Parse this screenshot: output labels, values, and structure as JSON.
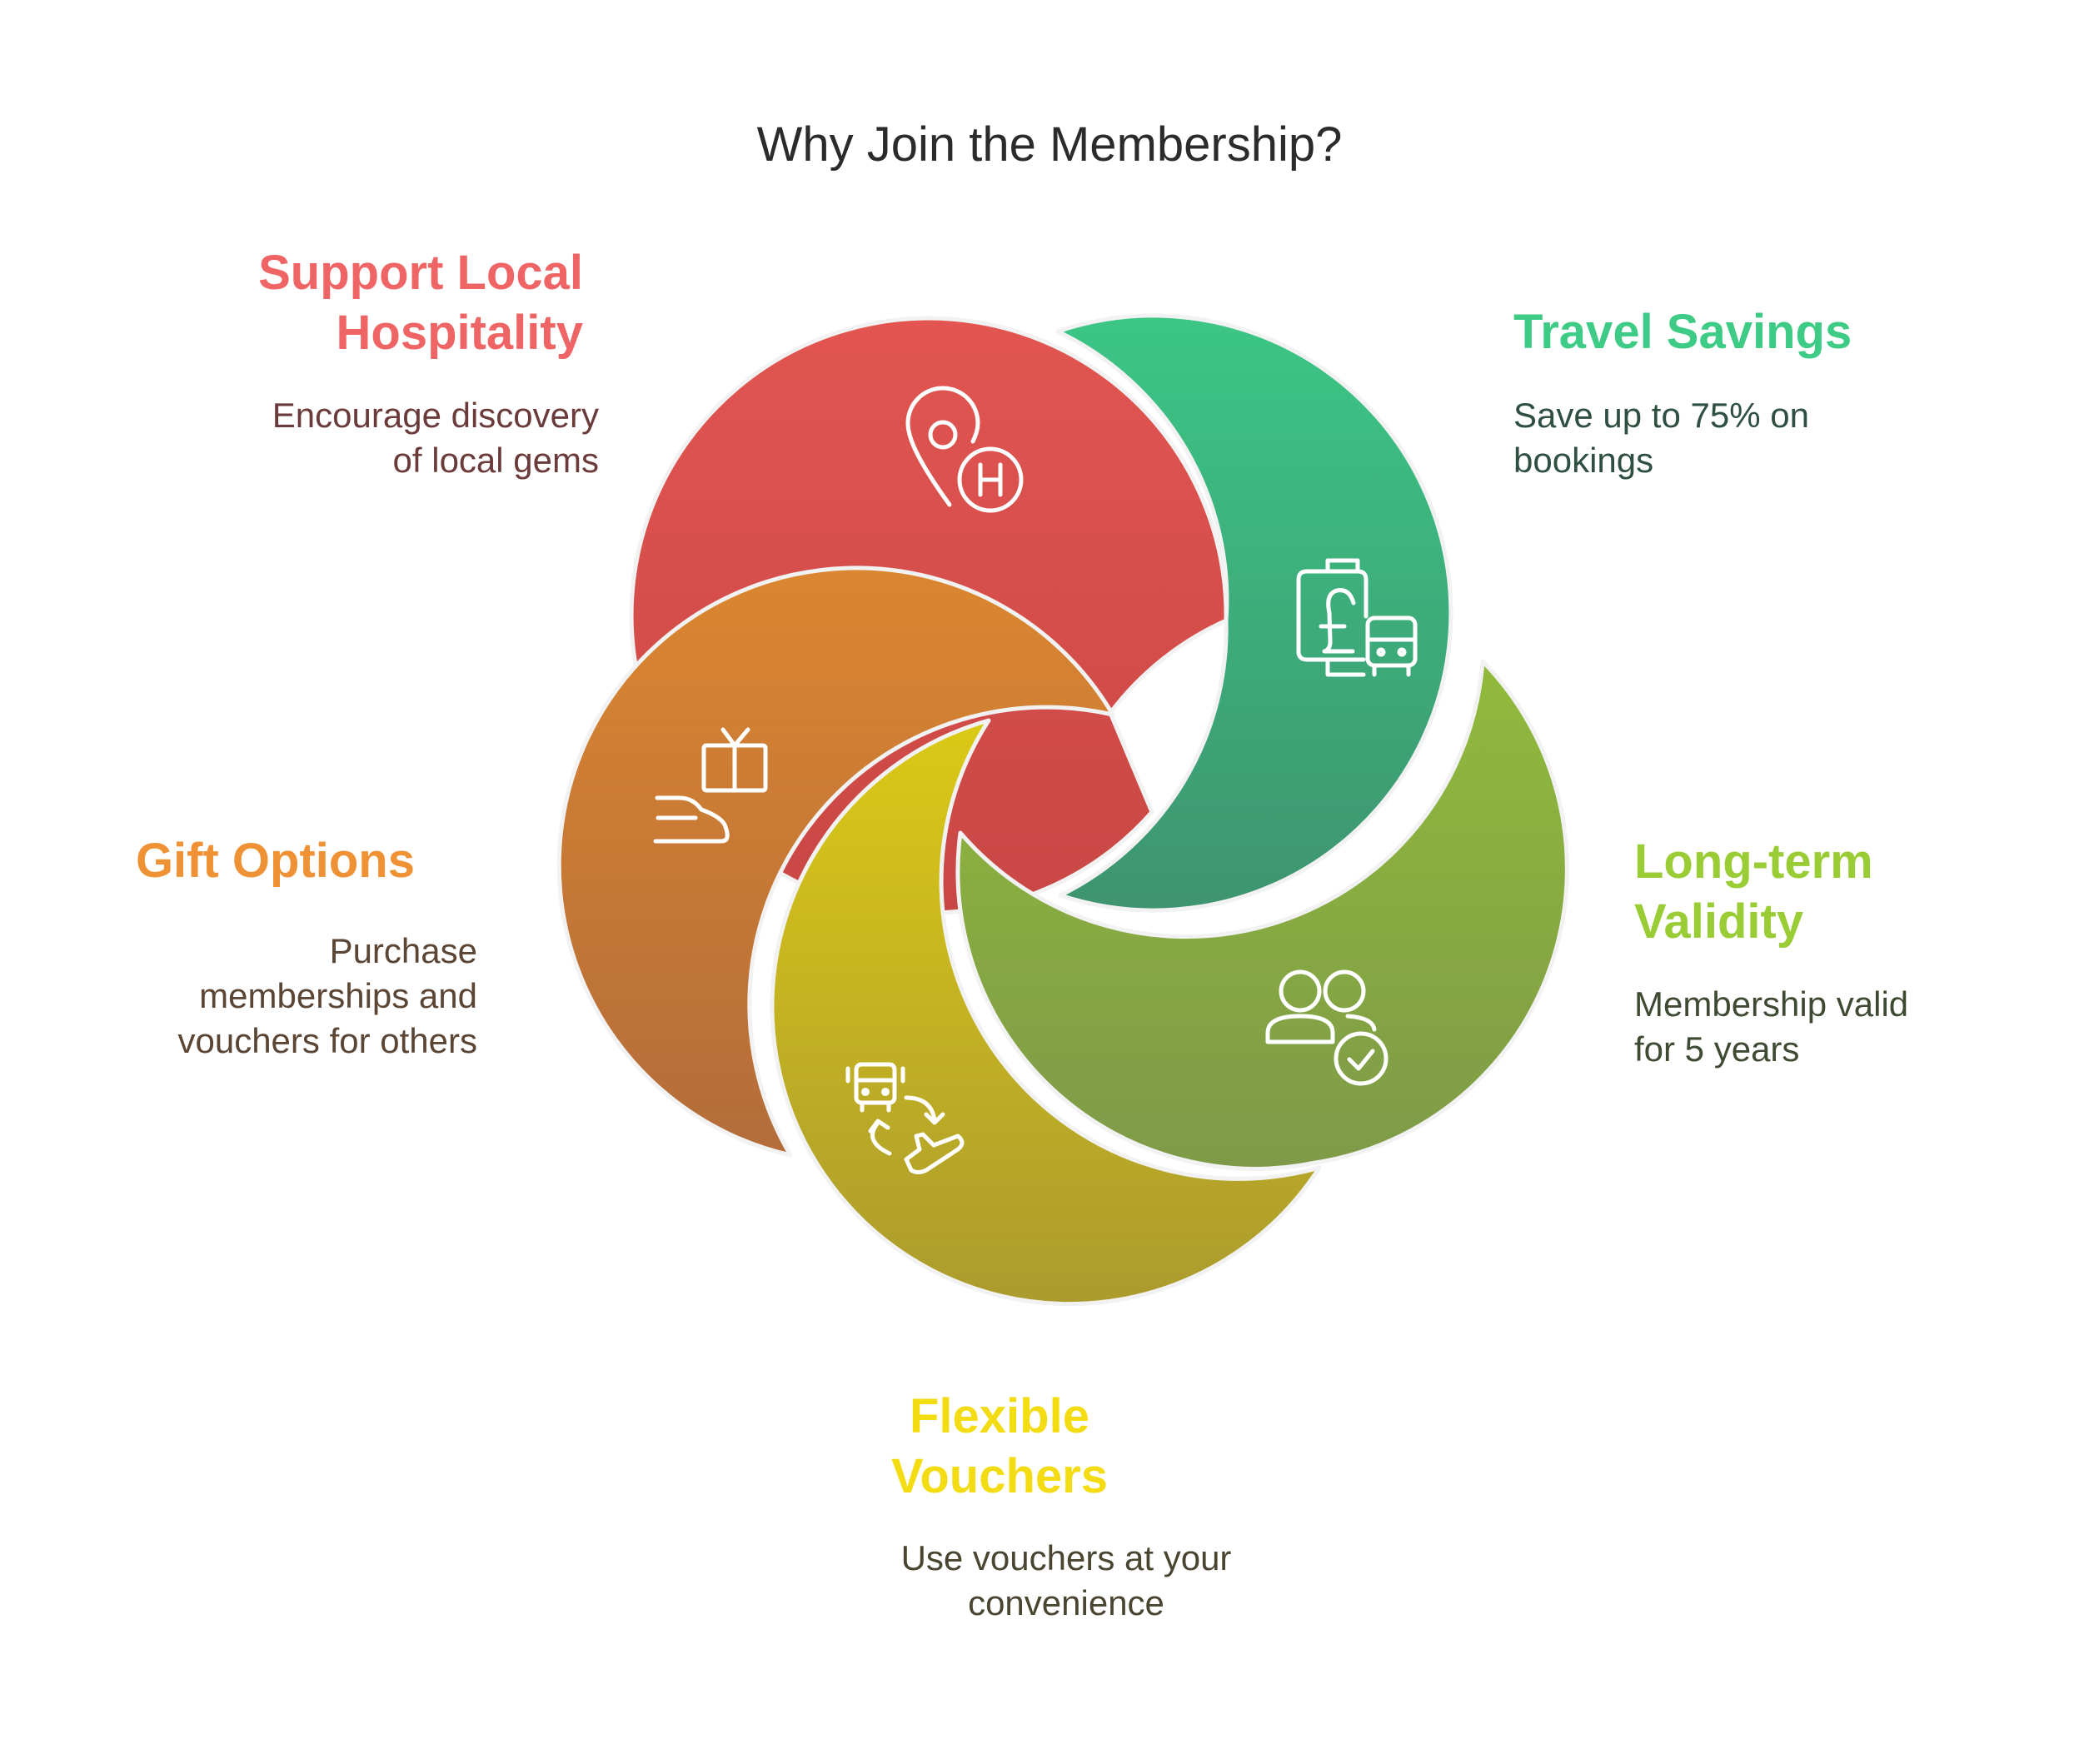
{
  "title": "Why Join the Membership?",
  "colors": {
    "support": "#ef6464",
    "travel": "#3ecb86",
    "validity": "#99cc35",
    "vouchers": "#f4dc12",
    "gift": "#ef9236",
    "support_desc": "#6b3b3b",
    "travel_desc": "#2f4f41",
    "validity_desc": "#3f4a33",
    "vouchers_desc": "#4a4530",
    "gift_desc": "#5b4535"
  },
  "segments": [
    {
      "id": "support",
      "icon": "hotel-location-pin-icon",
      "title": [
        "Support Local",
        "Hospitality"
      ],
      "desc": [
        "Encourage discovery",
        "of local gems"
      ]
    },
    {
      "id": "travel",
      "icon": "pound-luggage-bus-icon",
      "title": [
        "Travel Savings"
      ],
      "desc": [
        "Save up to 75% on",
        "bookings"
      ]
    },
    {
      "id": "validity",
      "icon": "users-check-icon",
      "title": [
        "Long-term",
        "Validity"
      ],
      "desc": [
        "Membership valid",
        "for 5 years"
      ]
    },
    {
      "id": "vouchers",
      "icon": "bus-plane-exchange-icon",
      "title": [
        "Flexible",
        "Vouchers"
      ],
      "desc": [
        "Use vouchers at your",
        "convenience"
      ]
    },
    {
      "id": "gift",
      "icon": "gift-hand-icon",
      "title": [
        "Gift Options"
      ],
      "desc": [
        "Purchase",
        "memberships and",
        "vouchers for others"
      ]
    }
  ]
}
